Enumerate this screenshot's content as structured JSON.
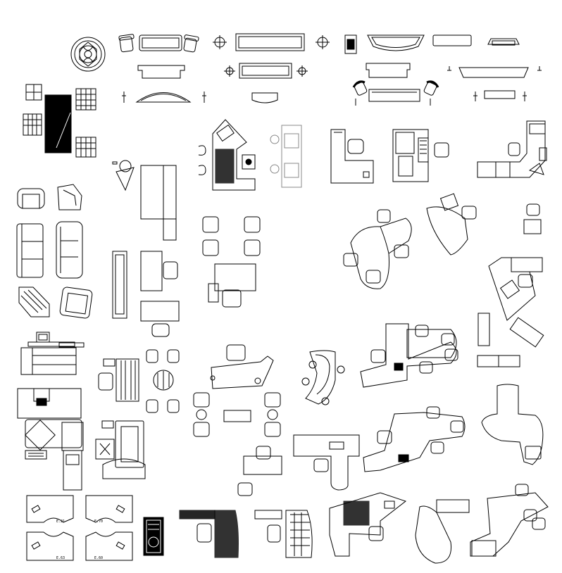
{
  "sheet": {
    "background": "#ffffff",
    "stroke_color": "#000000",
    "fill_color": "#000000"
  },
  "desk_labels": {
    "tl": "E.21",
    "tr": "E.70",
    "bl": "E.63",
    "br": "E.60"
  }
}
